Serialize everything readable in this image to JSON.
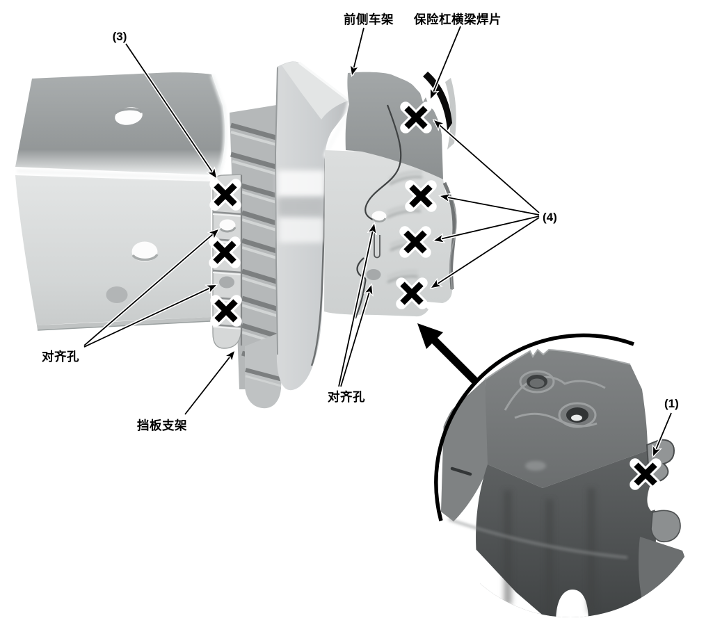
{
  "figure": {
    "callouts": {
      "front_side_frame": {
        "text": "前侧车架"
      },
      "bumper_beam_weld_tab": {
        "text": "保险杠横梁焊片"
      },
      "left_weld_count": {
        "text": "(3)"
      },
      "right_weld_count": {
        "text": "(4)"
      },
      "alignment_holes_left": {
        "text": "对齐孔"
      },
      "alignment_holes_center": {
        "text": "对齐孔"
      },
      "baffle_bracket": {
        "text": "挡板支架"
      },
      "detail_weld_count": {
        "text": "(1)"
      }
    },
    "weld_points": {
      "symbol": "X",
      "bracket_column_count": 3,
      "end_plate_column_count": 4,
      "detail_view_count": 1
    },
    "colors": {
      "background": "#ffffff",
      "line": "#000000",
      "metal_light": "#d7d9d9",
      "metal_mid": "#9da1a2",
      "metal_dark_detail": "#5f6263"
    }
  }
}
